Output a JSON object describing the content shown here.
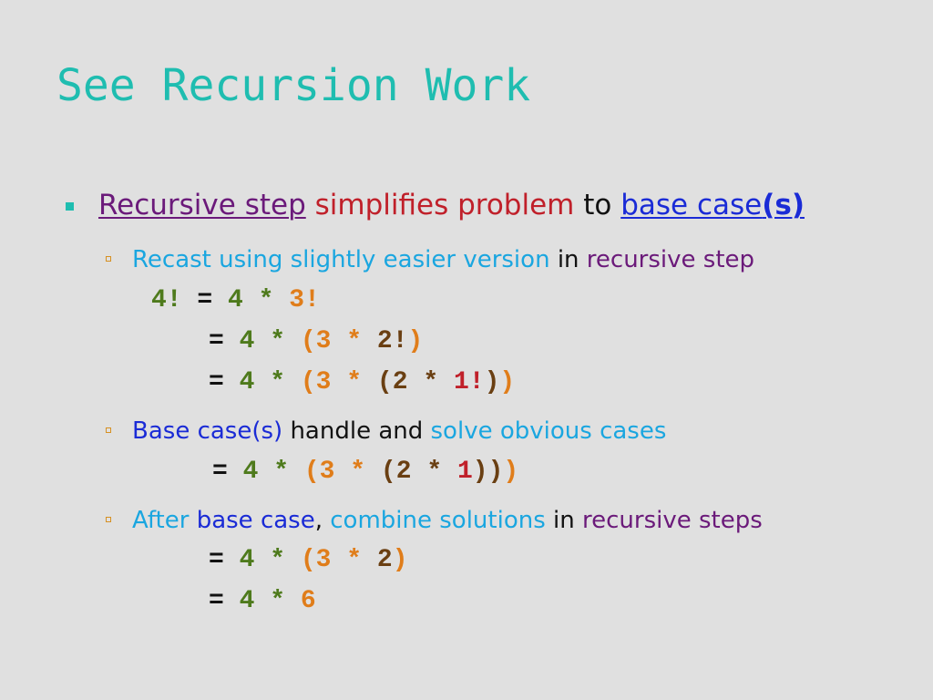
{
  "slide": {
    "title": "See Recursion Work",
    "main_bullet": {
      "recursive_step": "Recursive step",
      "simplifies_problem": "simplifies problem",
      "to": "to",
      "base_case": "base case",
      "s_suffix": "(s)"
    },
    "sub1": {
      "recast": "Recast using slightly easier version",
      "in": "in",
      "recursive_step": "recursive step",
      "code": [
        [
          "4!",
          "=",
          "4",
          "*",
          "3!"
        ],
        [
          "=",
          "4",
          "*",
          "(3",
          "*",
          "2!",
          ")"
        ],
        [
          "=",
          "4",
          "*",
          "(3",
          "*",
          "(2",
          "*",
          "1!",
          ")",
          ")"
        ]
      ]
    },
    "sub2": {
      "base_cases": "Base case(s)",
      "handle_and": "handle and",
      "solve_obvious": "solve obvious",
      "cases": "cases",
      "code": [
        "=",
        "4",
        "*",
        "(3",
        "*",
        "(2",
        "*",
        "1",
        "))",
        ")"
      ]
    },
    "sub3": {
      "after": "After",
      "base_case": "base case",
      "comma": ",",
      "combine_solutions": "combine solutions",
      "in": "in",
      "recursive_steps": "recursive steps",
      "code": [
        [
          "=",
          "4",
          "*",
          "(3",
          "*",
          "2",
          ")"
        ],
        [
          "=",
          "4",
          "*",
          "6"
        ]
      ]
    },
    "colors": {
      "title": "#1fbdb0",
      "background": "#e0e0e0"
    }
  }
}
